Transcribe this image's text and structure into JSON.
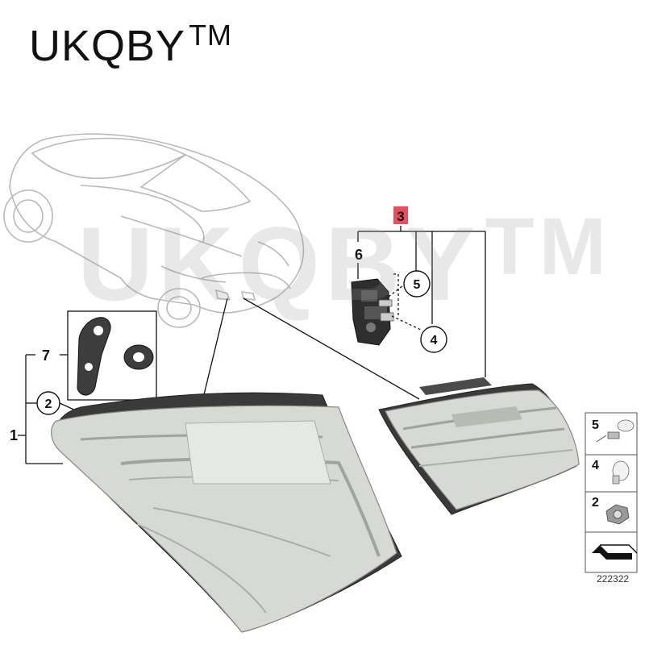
{
  "brand": {
    "name": "UKQBY",
    "tm": "TM"
  },
  "watermark": {
    "name": "UKQBY",
    "tm": "TM"
  },
  "callouts": {
    "c1": "1",
    "c2": "2",
    "c3": "3",
    "c4": "4",
    "c5": "5",
    "c6": "6",
    "c7": "7"
  },
  "legend": {
    "item5": "5",
    "item4": "4",
    "item2": "2",
    "code": "222322"
  },
  "colors": {
    "highlight": "#e84f5c",
    "line": "#111111",
    "car_outline": "#b8b8b8",
    "lens": "#d6d9d4",
    "lens_dark": "#9ea59c"
  }
}
